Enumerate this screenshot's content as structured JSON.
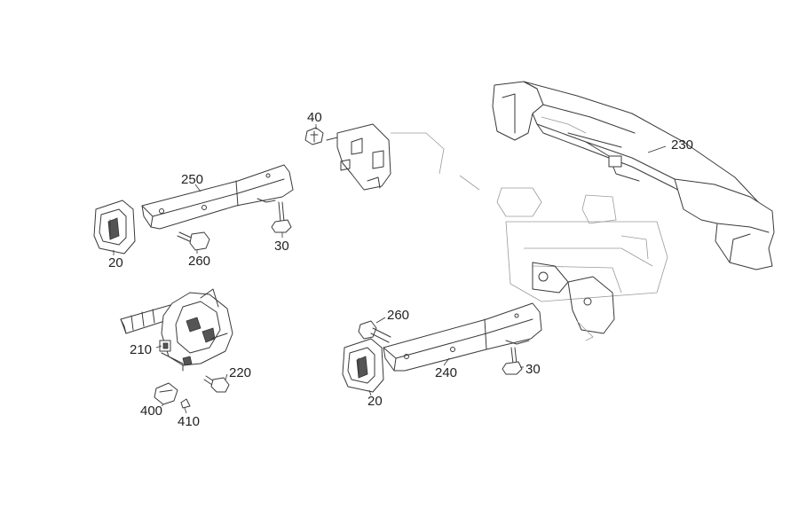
{
  "callouts": {
    "c40": "40",
    "c230": "230",
    "c250": "250",
    "c20a": "20",
    "c260a": "260",
    "c30a": "30",
    "c210": "210",
    "c220": "220",
    "c400": "400",
    "c410": "410",
    "c260b": "260",
    "c20b": "20",
    "c240": "240",
    "c30b": "30"
  },
  "colors": {
    "line": "#3a3a3a",
    "faint": "#9a9a9a",
    "text": "#222222"
  }
}
